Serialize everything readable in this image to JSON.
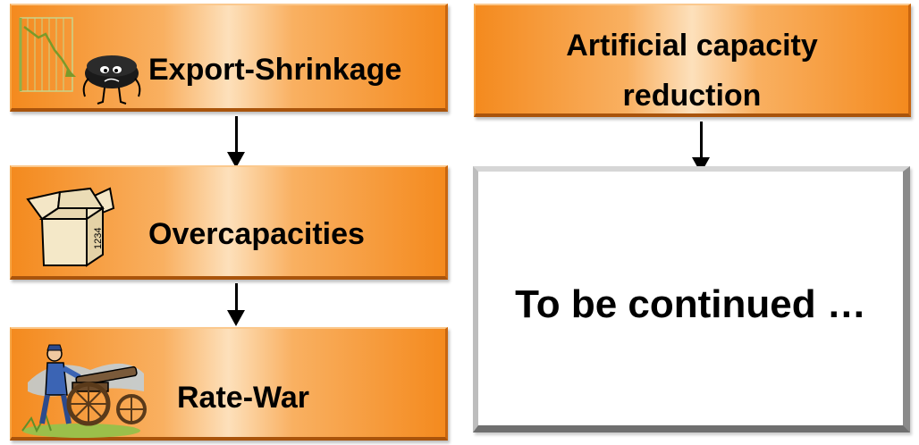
{
  "left_column": {
    "box1": "Export-Shrinkage",
    "box2": "Overcapacities",
    "box3": "Rate-War"
  },
  "right_column": {
    "box1_line1": "Artificial capacity",
    "box1_line2": "reduction",
    "box2": "To be continued …"
  },
  "icons": {
    "box1": "declining-chart-sad-face-icon",
    "box2": "open-cardboard-box-icon",
    "box3": "soldier-cannon-icon"
  }
}
